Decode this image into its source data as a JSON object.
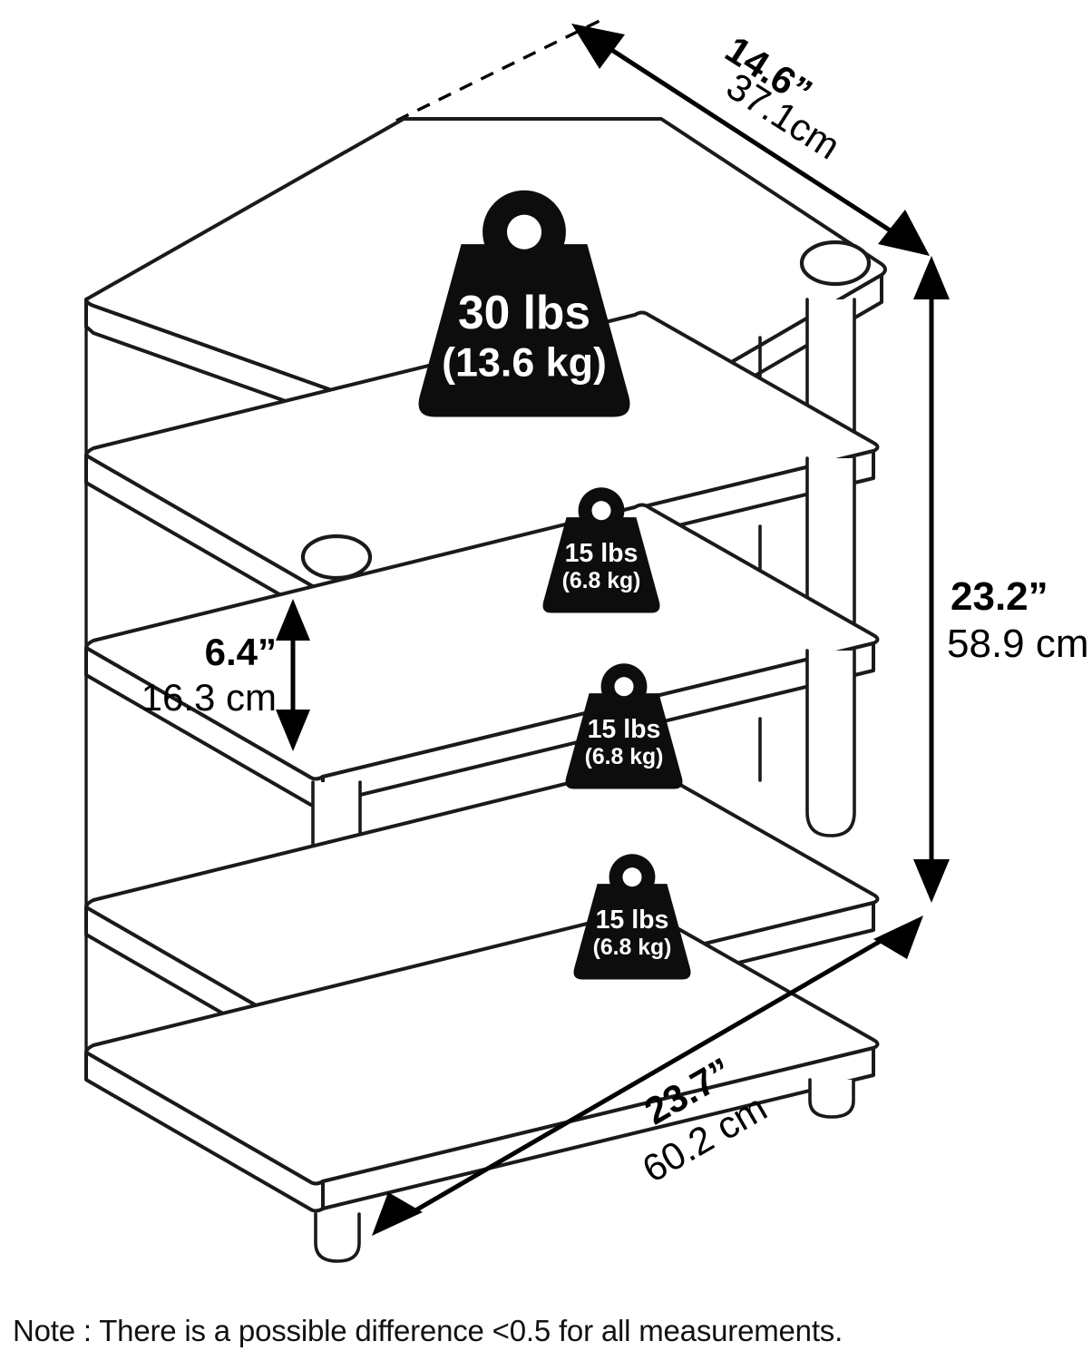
{
  "diagram": {
    "title": "4-tier shelf dimension diagram",
    "product_type": "open-shelf stand",
    "shelf_count": 4,
    "view": "isometric",
    "line_color": "#1a1a1a",
    "badge_color": "#0d0d0d",
    "background": "#ffffff"
  },
  "dimensions": {
    "depth": {
      "label": "depth",
      "inches": "14.6”",
      "metric": "37.1cm",
      "orientation": "diagonal-upper-right"
    },
    "height": {
      "label": "overall-height",
      "inches": "23.2”",
      "metric": "58.9 cm",
      "orientation": "vertical-right"
    },
    "shelf_gap": {
      "label": "shelf-spacing",
      "inches": "6.4”",
      "metric": "16.3 cm",
      "orientation": "vertical-left"
    },
    "width": {
      "label": "width",
      "inches": "23.7”",
      "metric": "60.2 cm",
      "orientation": "diagonal-lower-right"
    }
  },
  "weight_badges": [
    {
      "position": "top-shelf",
      "lbs": "30 lbs",
      "kg": "(13.6 kg)"
    },
    {
      "position": "second-shelf",
      "lbs": "15 lbs",
      "kg": "(6.8 kg)"
    },
    {
      "position": "third-shelf",
      "lbs": "15 lbs",
      "kg": "(6.8 kg)"
    },
    {
      "position": "bottom-shelf",
      "lbs": "15 lbs",
      "kg": "(6.8 kg)"
    }
  ],
  "note": {
    "text": "Note : There is a possible difference <0.5 for all measurements."
  }
}
